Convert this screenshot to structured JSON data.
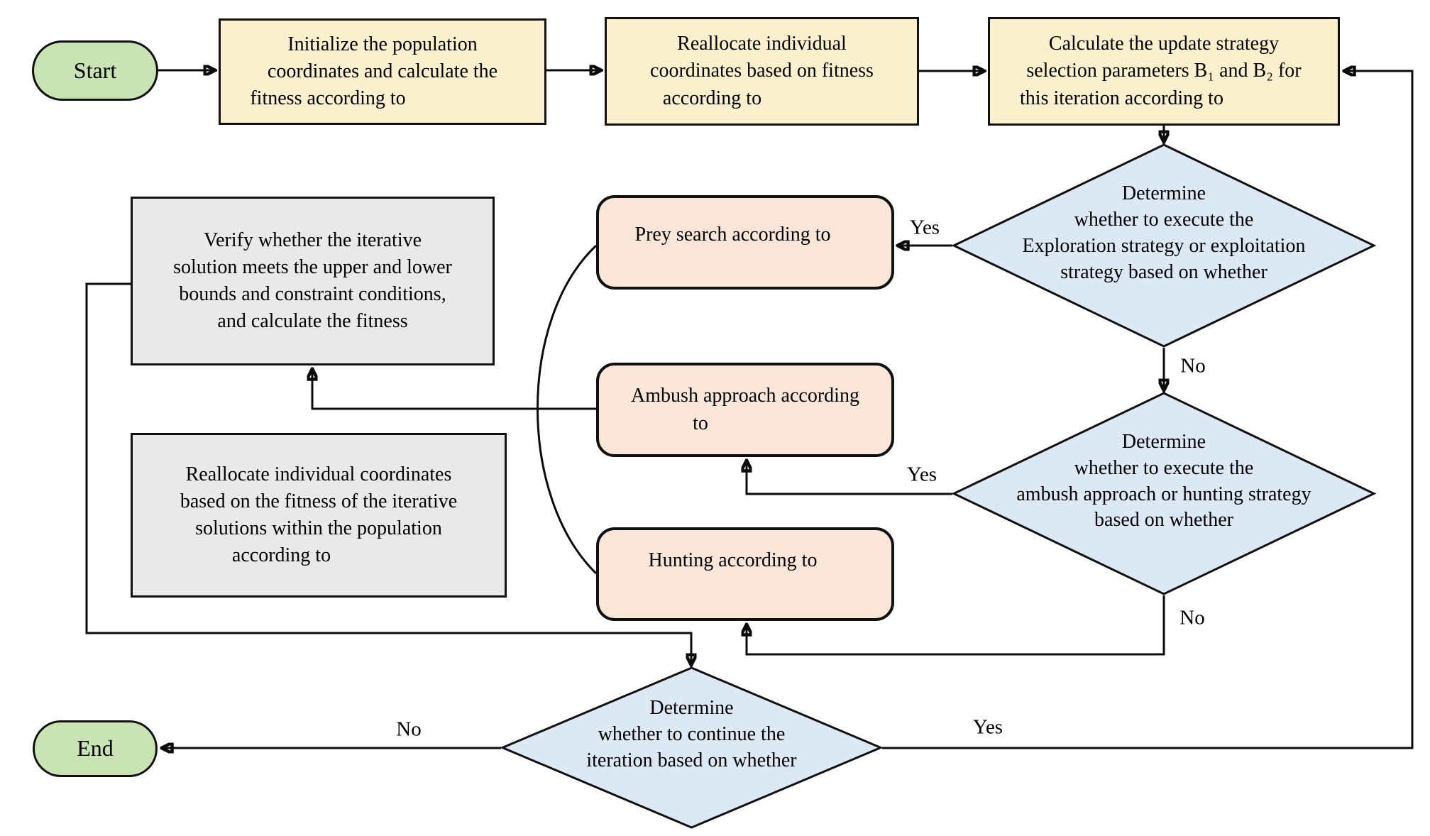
{
  "nodes": {
    "start": "Start",
    "end": "End",
    "init": "Initialize the population\ncoordinates and calculate the\nfitness according to                      ",
    "realloc_fitness": "Reallocate individual\ncoordinates based on fitness\naccording to                    ",
    "calc_params": "Calculate the update strategy\nselection parameters B₁ and B₂ for\nthis iteration according to                 ",
    "decision_explore": "Determine\nwhether to execute the\nExploration strategy or exploitation\nstrategy based on whether",
    "prey": "Prey search according to     ",
    "ambush": "Ambush approach according\nto                  ",
    "hunting": "Hunting according to     ",
    "decision_ambush": "Determine\nwhether to execute the\nambush approach or hunting strategy\nbased on whether",
    "verify": "Verify whether the iterative\nsolution meets the upper and lower\nbounds and constraint conditions,\nand calculate the fitness",
    "realloc_population": "Reallocate individual coordinates\nbased on the fitness of the iterative\nsolutions within the population\naccording to               ",
    "decision_continue": "Determine\nwhether to continue the\niteration based on whether"
  },
  "edge_labels": {
    "explore_yes": "Yes",
    "explore_no": "No",
    "ambush_yes": "Yes",
    "ambush_no": "No",
    "continue_yes": "Yes",
    "continue_no": "No"
  },
  "colors": {
    "terminal_fill": "#c9e3b5",
    "process_fill": "#faf0cd",
    "strategy_fill": "#f9e6d8",
    "check_fill": "#e9e9e9",
    "decision_fill": "#dce9f5",
    "line": "#0c0c0c"
  }
}
